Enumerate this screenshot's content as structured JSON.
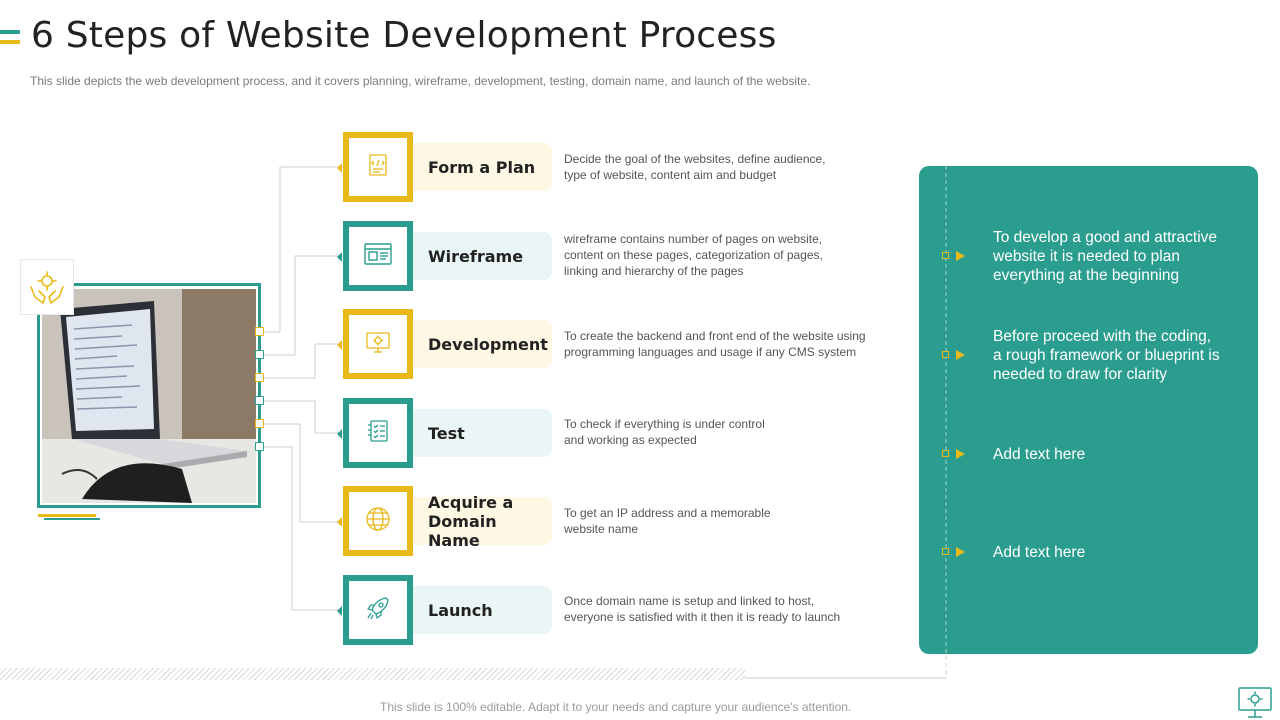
{
  "header": {
    "title": "6 Steps of Website Development Process",
    "subtitle": "This slide depicts the web development  process, and it covers  planning,  wireframe,  development,  testing, domain name,  and launch of the website."
  },
  "colors": {
    "teal": "#2a9d8f",
    "yellow": "#e9b919"
  },
  "steps": [
    {
      "label": "Form a Plan",
      "icon": "code-document-icon",
      "accent": "yellow",
      "description": "Decide the goal of the websites, define  audience,\ntype of website, content aim and budget"
    },
    {
      "label": "Wireframe",
      "icon": "wireframe-layout-icon",
      "accent": "teal",
      "description": "wireframe  contains number  of pages on website,\ncontent on these pages, categorization of pages,\nlinking and hierarchy of the pages"
    },
    {
      "label": "Development",
      "icon": "gear-monitor-icon",
      "accent": "yellow",
      "description": "To create the backend and front end of the website using\nprogramming  languages  and usage  if any CMS  system"
    },
    {
      "label": "Test",
      "icon": "checklist-icon",
      "accent": "teal",
      "description": "To check if everything  is under control\nand working as expected"
    },
    {
      "label": "Acquire a\nDomain Name",
      "icon": "globe-icon",
      "accent": "yellow",
      "description": "To get an IP address and a memorable\nwebsite name"
    },
    {
      "label": "Launch",
      "icon": "rocket-icon",
      "accent": "teal",
      "description": "Once domain name is setup and linked to host,\neveryone  is satisfied with it then it is ready to launch"
    }
  ],
  "panel": {
    "items": [
      "To develop  a good and attractive\nwebsite it is needed to plan\neverything  at the beginning",
      "Before proceed with the coding,\na rough framework or blueprint is\nneeded to draw for clarity",
      "Add text here",
      "Add text here"
    ]
  },
  "left": {
    "photo_icon": "hands-gear-icon",
    "photo": "laptop-photo"
  },
  "footer": "This slide is 100%  editable.  Adapt it to your needs and capture your audience's attention.",
  "corner_icon": "monitor-gear-icon"
}
